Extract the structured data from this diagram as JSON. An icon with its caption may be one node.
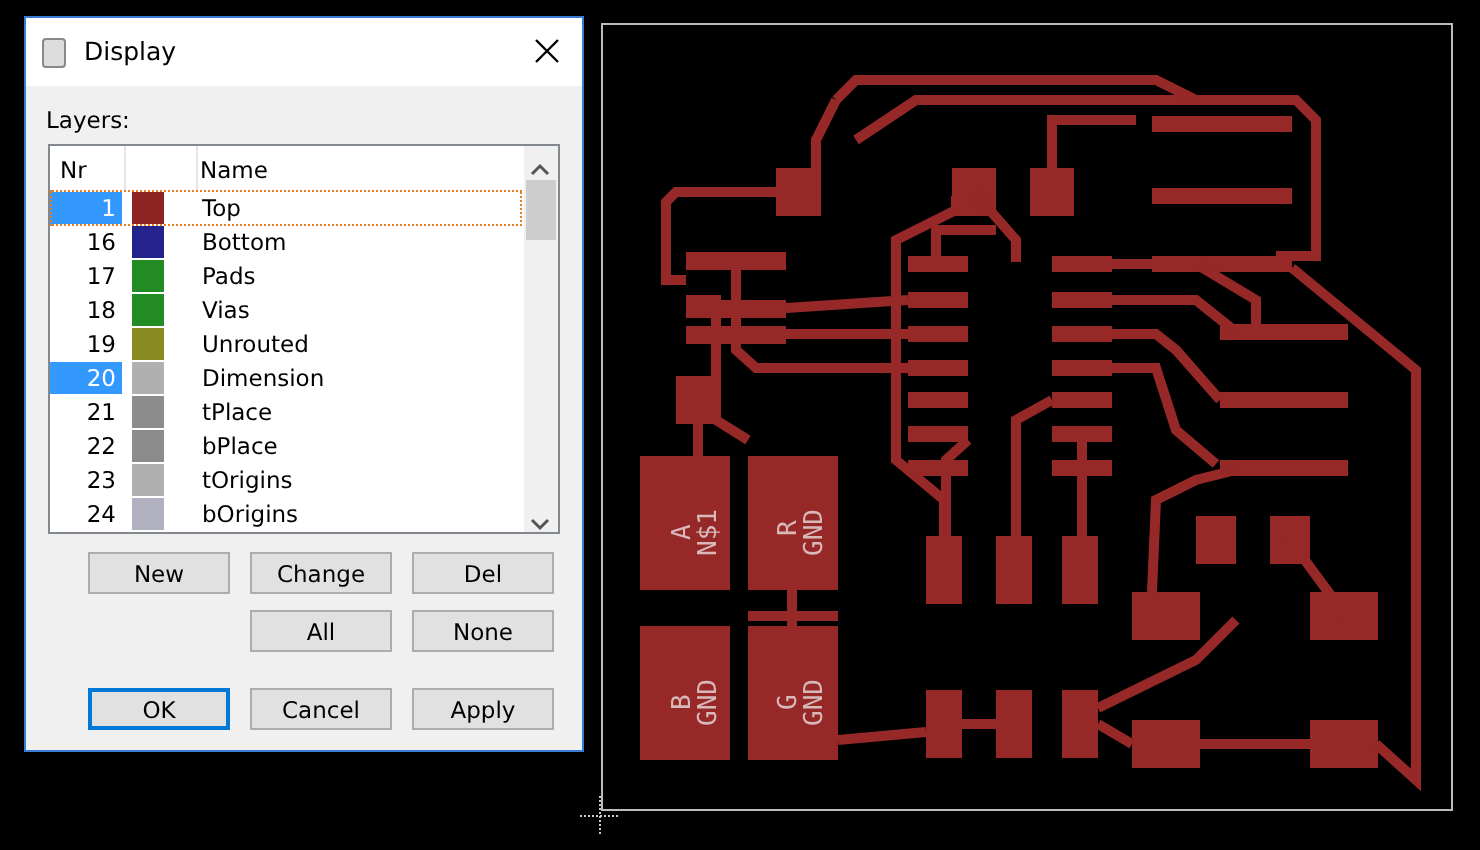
{
  "diagram": {
    "labels": [
      "Display",
      "Layers:",
      "Nr",
      "Name",
      "1",
      "16",
      "17",
      "18",
      "19",
      "20",
      "21",
      "22",
      "23",
      "24",
      "New",
      "Change",
      "Del",
      "All",
      "None",
      "OK",
      "Cancel",
      "Apply",
      "A",
      "N$1",
      "R",
      "GND",
      "B",
      "GND",
      "G",
      "GND"
    ],
    "legend": [
      {
        "text": "Top",
        "color": "#8b2323"
      },
      {
        "text": "Bottom",
        "color": "#23238b"
      },
      {
        "text": "Pads",
        "color": "#238b23"
      },
      {
        "text": "Vias",
        "color": "#238b23"
      },
      {
        "text": "Unrouted",
        "color": "#8b8b23"
      },
      {
        "text": "Dimension",
        "color": "#b0b0b0"
      },
      {
        "text": "tPlace",
        "color": "#8c8c8c"
      },
      {
        "text": "bPlace",
        "color": "#8c8c8c"
      },
      {
        "text": "tOrigins",
        "color": "#b0b0b0"
      },
      {
        "text": "bOrigins",
        "color": "#b0b0c0"
      }
    ]
  }
}
